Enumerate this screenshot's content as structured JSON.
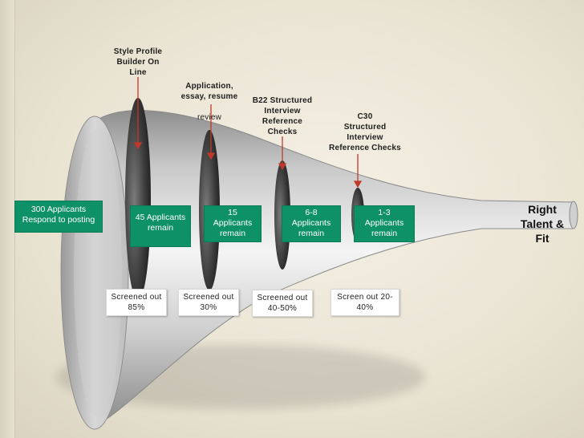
{
  "stage_labels": {
    "style_profile": "Style Profile\nBuilder On\nLine",
    "application_bold": "Application,\nessay, resume",
    "application_normal": "review",
    "b22": "B22 Structured\nInterview\nReference\nChecks",
    "c30": "C30\nStructured\nInterview\nReference Checks"
  },
  "applicant_boxes": {
    "start": "300 Applicants\nRespond to posting",
    "stage1": "45 Applicants\nremain",
    "stage2": "15\nApplicants\nremain",
    "stage3": "6-8\nApplicants\nremain",
    "stage4": "1-3\nApplicants\nremain"
  },
  "screened_boxes": {
    "stage1": "Screened out\n85%",
    "stage2": "Screened out\n30%",
    "stage3": "Screened out\n40-50%",
    "stage4": "Screen out 20-\n40%"
  },
  "outcome": {
    "line1": "Right",
    "line2": "Talent &",
    "line3": "Fit"
  },
  "colors": {
    "box_green": "#0f9168",
    "arrow_red": "#c0392b",
    "funnel_gray": "#b7b7b7"
  }
}
